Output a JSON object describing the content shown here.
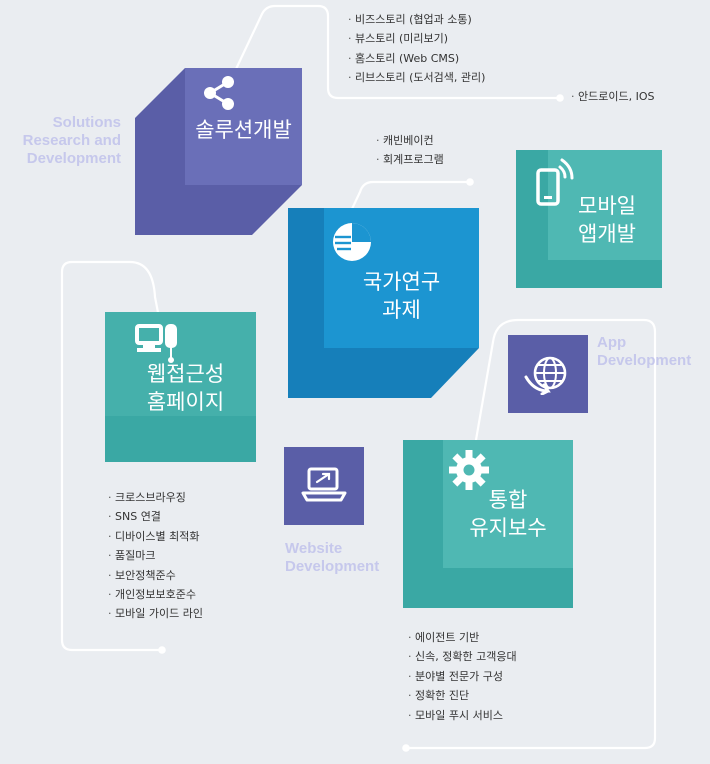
{
  "colors": {
    "purple": "#5a5ea7",
    "purple_light": "#6a6fb8",
    "teal": "#3aa8a4",
    "teal_light": "#52bbb6",
    "blue": "#1c95d1",
    "label_lavender": "#c6c8ec",
    "background": "#eaedf1",
    "connector": "#ffffff"
  },
  "tiles": {
    "solutions": {
      "title": "솔루션개발",
      "icon": "share-icon"
    },
    "national": {
      "title": "국가연구\n과제",
      "icon": "pie-chart-icon"
    },
    "mobile": {
      "title": "모바일\n앱개발",
      "icon": "mobile-signal-icon"
    },
    "web": {
      "title": "웹접근성\n홈페이지",
      "icon": "monitor-icon"
    },
    "maintenance": {
      "title": "통합\n유지보수",
      "icon": "gear-icon"
    },
    "app_small": {
      "icon": "globe-icon"
    },
    "website_small": {
      "icon": "laptop-icon"
    }
  },
  "labels": {
    "solutions": "Solutions\nResearch and\nDevelopment",
    "app": "App\nDevelopment",
    "website": "Website\nDevelopment"
  },
  "lists": {
    "solutions": [
      "비즈스토리 (협업과 소통)",
      "뷰스토리 (미리보기)",
      "홈스토리 (Web CMS)",
      "리브스토리 (도서검색, 관리)"
    ],
    "mobile": [
      "안드로이드, IOS"
    ],
    "national": [
      "캐빈베이컨",
      "회계프로그램"
    ],
    "web": [
      "크로스브라우징",
      "SNS 연결",
      "디바이스별 최적화",
      "품질마크",
      "보안정책준수",
      "개인정보보호준수",
      "모바일 가이드 라인"
    ],
    "maintenance": [
      "에이전트 기반",
      "신속, 정확한 고객응대",
      "분야별 전문가 구성",
      "정확한 진단",
      "모바일 푸시 서비스"
    ]
  }
}
